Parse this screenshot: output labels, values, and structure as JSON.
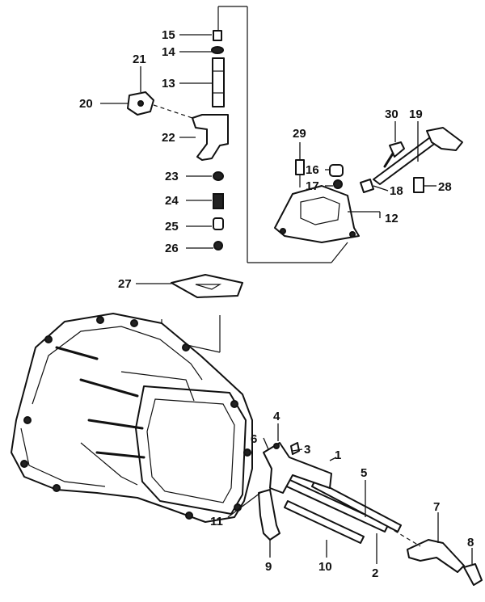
{
  "diagram": {
    "callouts": [
      {
        "id": "c1",
        "text": "1"
      },
      {
        "id": "c2",
        "text": "2"
      },
      {
        "id": "c3",
        "text": "3"
      },
      {
        "id": "c4",
        "text": "4"
      },
      {
        "id": "c5",
        "text": "5"
      },
      {
        "id": "c6",
        "text": "6"
      },
      {
        "id": "c7",
        "text": "7"
      },
      {
        "id": "c8",
        "text": "8"
      },
      {
        "id": "c9",
        "text": "9"
      },
      {
        "id": "c10",
        "text": "10"
      },
      {
        "id": "c11",
        "text": "11"
      },
      {
        "id": "c12",
        "text": "12"
      },
      {
        "id": "c13",
        "text": "13"
      },
      {
        "id": "c14",
        "text": "14"
      },
      {
        "id": "c15",
        "text": "15"
      },
      {
        "id": "c16",
        "text": "16"
      },
      {
        "id": "c17",
        "text": "17"
      },
      {
        "id": "c18",
        "text": "18"
      },
      {
        "id": "c19",
        "text": "19"
      },
      {
        "id": "c20",
        "text": "20"
      },
      {
        "id": "c21",
        "text": "21"
      },
      {
        "id": "c22",
        "text": "22"
      },
      {
        "id": "c23",
        "text": "23"
      },
      {
        "id": "c24",
        "text": "24"
      },
      {
        "id": "c25",
        "text": "25"
      },
      {
        "id": "c26",
        "text": "26"
      },
      {
        "id": "c27",
        "text": "27"
      },
      {
        "id": "c28",
        "text": "28"
      },
      {
        "id": "c29",
        "text": "29"
      },
      {
        "id": "c30",
        "text": "30"
      }
    ]
  }
}
